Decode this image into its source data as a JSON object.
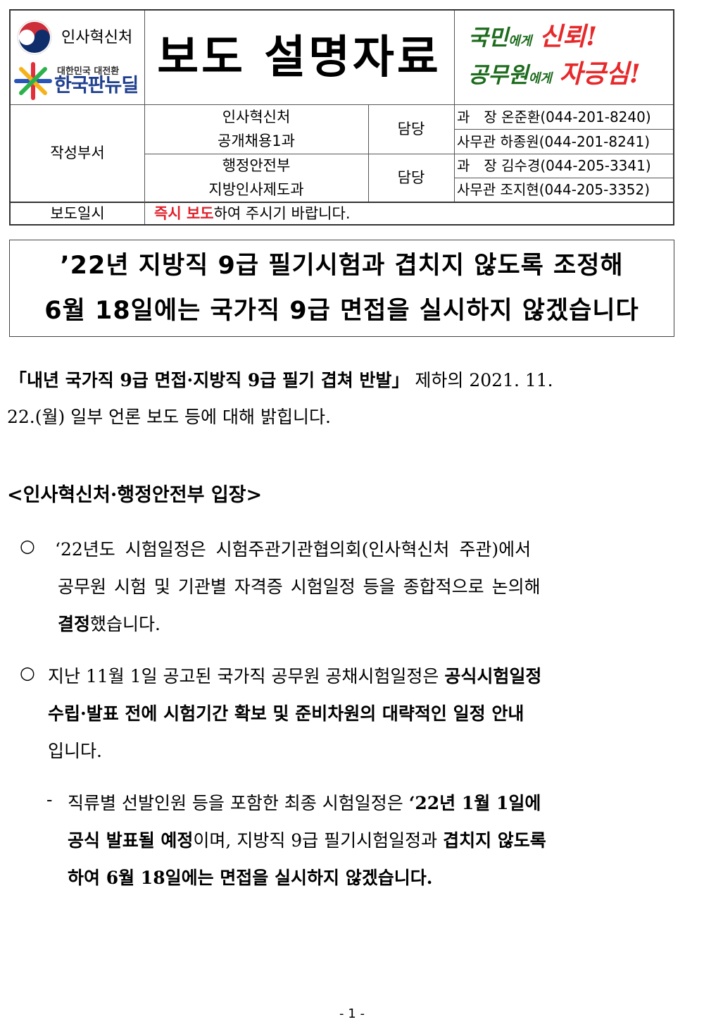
{
  "header": {
    "org_name": "인사혁신처",
    "new_deal_sub": "대한민국 대전환",
    "new_deal_main": "한국판뉴딜",
    "doc_type": "보도 설명자료",
    "slogan": {
      "line1_a": "국민",
      "line1_b": "에게",
      "line1_c": "신뢰!",
      "line2_a": "공무원",
      "line2_b": "에게",
      "line2_c": "자긍심!"
    },
    "dept_label": "작성부서",
    "dept1": {
      "name": "인사혁신처",
      "unit": "공개채용1과",
      "role": "담당",
      "c1": "과　장 온준환(044-201-8240)",
      "c2": "사무관 하종원(044-201-8241)"
    },
    "dept2": {
      "name": "행정안전부",
      "unit": "지방인사제도과",
      "role": "담당",
      "c1": "과　장 김수경(044-205-3341)",
      "c2": "사무관 조지현(044-205-3352)"
    },
    "date_label": "보도일시",
    "date_red": "즉시 보도",
    "date_rest": "하여 주시기 바랍니다."
  },
  "title": {
    "line1": "’22년 지방직 9급 필기시험과 겹치지 않도록 조정해",
    "line2": "6월 18일에는 국가직 9급 면접을 실시하지 않겠습니다"
  },
  "intro": {
    "line1_bold": "「내년 국가직 9급 면접·지방직 9급 필기 겹쳐 반발」",
    "line1_rest": " 제하의 2021. 11.",
    "line2": "22.(월) 일부 언론 보도 등에 대해 밝힙니다."
  },
  "section_heading": "<인사혁신처·행정안전부 입장>",
  "bullet1": {
    "mark": "○",
    "line1": "‘22년도 시험일정은 시험주관기관협의회(인사혁신처 주관)에서",
    "line2": "공무원 시험 및 기관별 자격증 시험일정 등을 종합적으로 논의해",
    "line3_bold": "결정",
    "line3_rest": "했습니다."
  },
  "bullet2": {
    "mark": "○",
    "line1_a": "지난 11월 1일 공고된 국가직 공무원 공채시험일정은 ",
    "line1_bold": "공식시험일정",
    "line2_bold": "수립·발표 전에 시험기간 확보 및 준비차원의 대략적인 일정 안내",
    "line3": "입니다."
  },
  "dash1": {
    "mark": "-",
    "line1_a": "직류별 선발인원 등을 포함한 최종 시험일정은 ",
    "line1_bold": "‘22년 1월 1일에",
    "line2_bold": "공식 발표될 예정",
    "line2_mid": "이며, 지방직 9급 필기시험일정과 ",
    "line2_bold2": "겹치지 않도록",
    "line3_bold": "하여 6월 18일에는 면접을 실시하지 않겠습니다."
  },
  "page_number": "- 1 -"
}
